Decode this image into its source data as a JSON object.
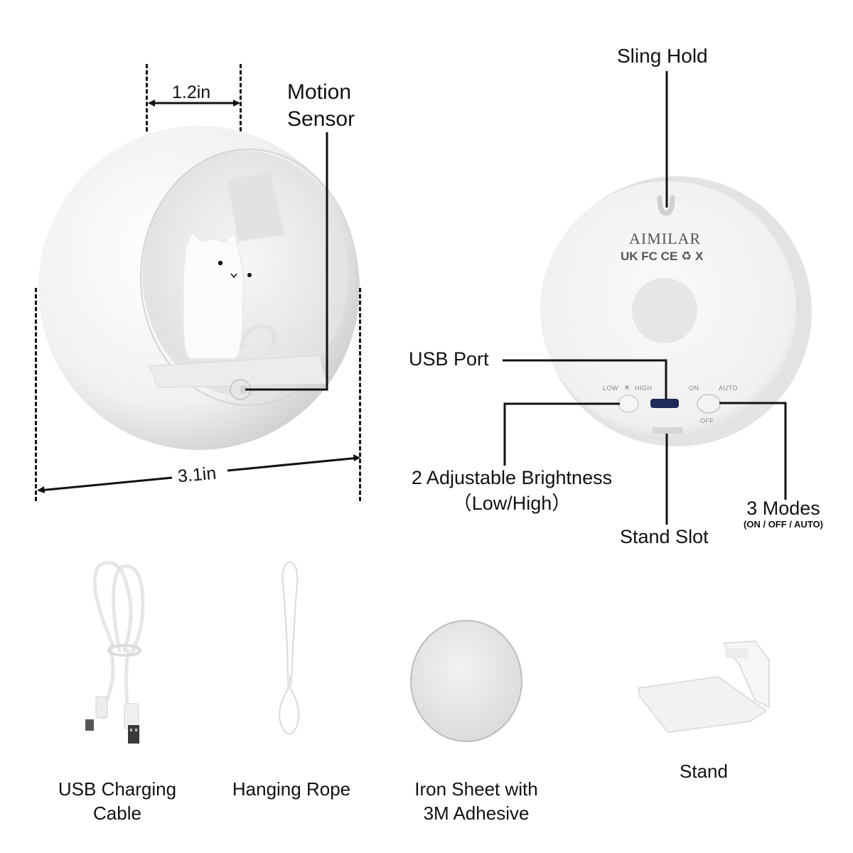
{
  "front_view": {
    "dimension_top": "1.2in",
    "dimension_bottom": "3.1in",
    "callout_motion_sensor_line1": "Motion",
    "callout_motion_sensor_line2": "Sensor"
  },
  "back_view": {
    "brand": "AIMILAR",
    "cert_marks": "UK FC CE ♻ X",
    "callouts": {
      "sling_hold": "Sling Hold",
      "usb_port": "USB Port",
      "brightness_line1": "2 Adjustable Brightness",
      "brightness_line2": "（Low/High）",
      "stand_slot": "Stand Slot",
      "modes_line1": "3 Modes",
      "modes_line2": "(ON / OFF / AUTO)"
    },
    "switch_labels": {
      "low": "LOW",
      "high": "HIGH",
      "on": "ON",
      "auto": "AUTO",
      "off": "OFF"
    }
  },
  "accessories": [
    {
      "name_line1": "USB Charging",
      "name_line2": "Cable"
    },
    {
      "name_line1": "Hanging Rope",
      "name_line2": ""
    },
    {
      "name_line1": "Iron Sheet with",
      "name_line2": "3M Adhesive"
    },
    {
      "name_line1": "Stand",
      "name_line2": ""
    }
  ],
  "colors": {
    "line": "#111111",
    "device_white": "#f4f4f4",
    "device_shadow": "#d9d9d9",
    "usb_port": "#1e2a5a"
  }
}
